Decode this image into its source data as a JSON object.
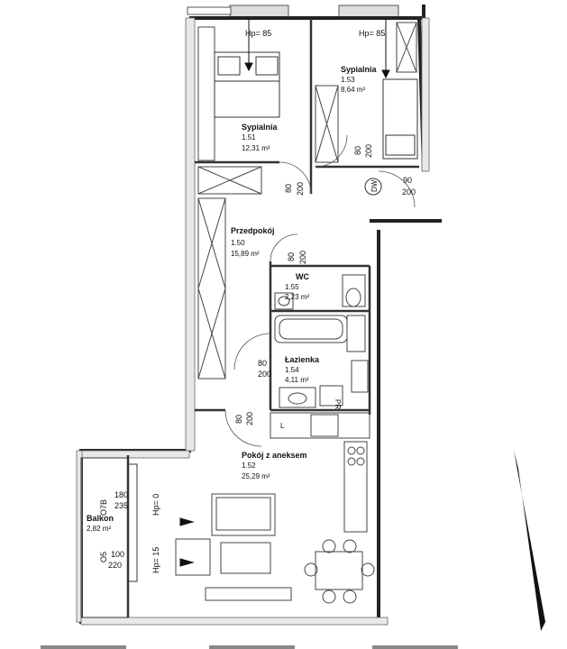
{
  "rooms": [
    {
      "name": "Sypialnia",
      "number": "1.51",
      "area": "12,31 m²"
    },
    {
      "name": "Sypialnia",
      "number": "1.53",
      "area": "8,64 m²"
    },
    {
      "name": "Przedpokój",
      "number": "1.50",
      "area": "15,89 m²"
    },
    {
      "name": "WC",
      "number": "1.55",
      "area": "2,23 m²"
    },
    {
      "name": "Łazienka",
      "number": "1.54",
      "area": "4,11 m²"
    },
    {
      "name": "Pokój z aneksem",
      "number": "1.52",
      "area": "25,29 m²"
    },
    {
      "name": "Balkon",
      "area": "2,82 m²"
    }
  ],
  "sill_heights": [
    "Hp= 85",
    "Hp= 85",
    "Hp= 0",
    "Hp= 15"
  ],
  "doors": [
    {
      "w": "80",
      "h": "200"
    },
    {
      "w": "80",
      "h": "200"
    },
    {
      "w": "80",
      "h": "200"
    },
    {
      "w": "90",
      "h": "200"
    },
    {
      "w": "80",
      "h": "200"
    },
    {
      "w": "80",
      "h": "200"
    }
  ],
  "windows": [
    {
      "code": "O7B",
      "w": "180",
      "h": "235"
    },
    {
      "code": "O5",
      "w": "100",
      "h": "220"
    }
  ],
  "fixtures": {
    "dishwasher": "DW",
    "washer": "PR",
    "fridge": "L"
  }
}
